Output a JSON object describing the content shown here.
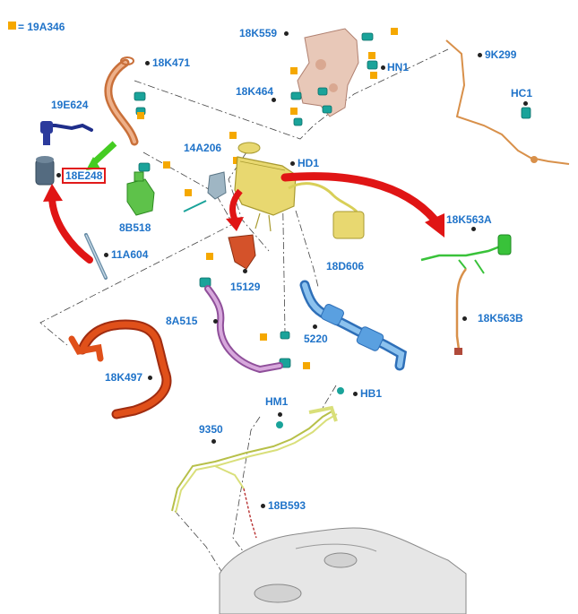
{
  "legend": {
    "symbol": "=",
    "part": "19A346",
    "color": "#f5a800"
  },
  "colors": {
    "label": "#1f73c9",
    "highlight_box": "#e11a1a",
    "arrow_red": "#e01515",
    "arrow_green": "#44cc22",
    "canister": "#e8d870",
    "hose_orange": "#e0501a",
    "hose_purple": "#c680cf",
    "hose_copper": "#d8904a",
    "pump_green": "#5ec24a",
    "duct_blue": "#5aa0e0",
    "harness_green": "#39c23a",
    "tube_yellow": "#d9df7a",
    "tank_gray": "#e6e6e6"
  },
  "parts": {
    "p18K559": "18K559",
    "pHN1": "HN1",
    "p9K299": "9K299",
    "p18K471": "18K471",
    "p18K464": "18K464",
    "p19E624": "19E624",
    "pHC1": "HC1",
    "p14A206": "14A206",
    "pHD1": "HD1",
    "p18E248": "18E248",
    "p8B518": "8B518",
    "p18K563A": "18K563A",
    "p11A604": "11A604",
    "p18D606": "18D606",
    "p15129": "15129",
    "p18K563B": "18K563B",
    "p8A515": "8A515",
    "p5220": "5220",
    "p18K497": "18K497",
    "pHM1": "HM1",
    "pHB1": "HB1",
    "p9350": "9350",
    "p18B593": "18B593"
  }
}
